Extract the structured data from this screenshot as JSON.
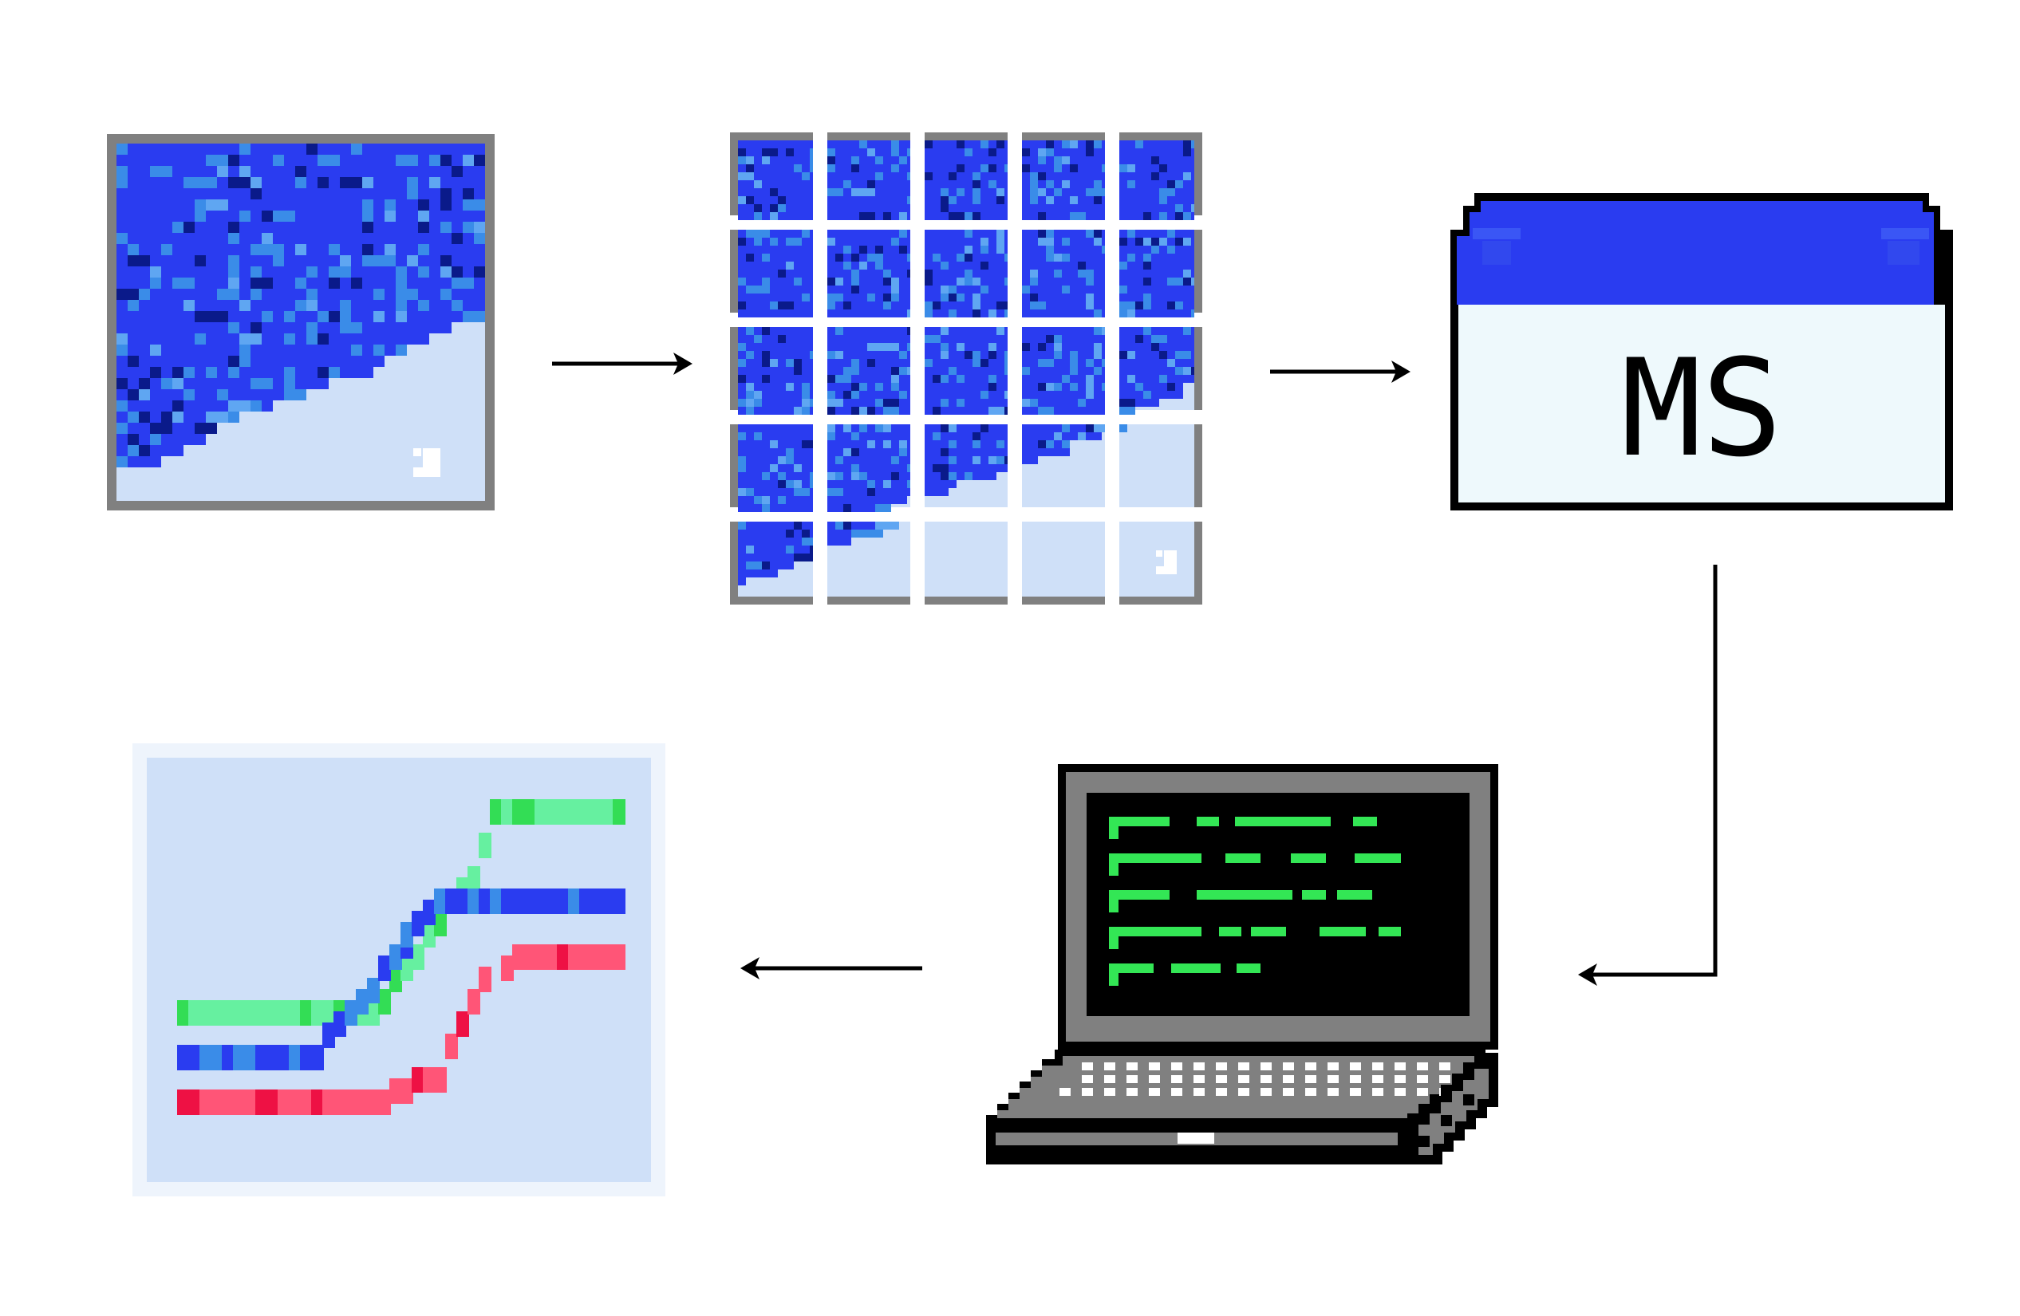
{
  "diagram": {
    "nodes": [
      {
        "id": "source-image",
        "icon": "pixelated-blue-texture-image-icon"
      },
      {
        "id": "tile-grid",
        "icon": "image-tiles-grid-icon",
        "rows": 5,
        "cols": 5
      },
      {
        "id": "ms-window",
        "icon": "ms-window-icon",
        "label": "MS"
      },
      {
        "id": "laptop",
        "icon": "laptop-terminal-icon"
      },
      {
        "id": "result-chart",
        "icon": "line-chart-icon",
        "series_colors": [
          "#33dd55",
          "#2a3cf0",
          "#ff3355"
        ]
      }
    ],
    "edges": [
      {
        "from": "source-image",
        "to": "tile-grid"
      },
      {
        "from": "tile-grid",
        "to": "ms-window"
      },
      {
        "from": "ms-window",
        "to": "laptop"
      },
      {
        "from": "laptop",
        "to": "result-chart"
      }
    ]
  },
  "colors": {
    "frame_gray": "#808080",
    "deep_blue": "#2a3cf0",
    "navy": "#0a1a8a",
    "sky_blue": "#3a8ce8",
    "pale_blue": "#cfe0f8",
    "window_body": "#eef9fc",
    "terminal_green": "#33e655",
    "chart_green": "#66f0a0",
    "chart_red": "#ff5577"
  }
}
